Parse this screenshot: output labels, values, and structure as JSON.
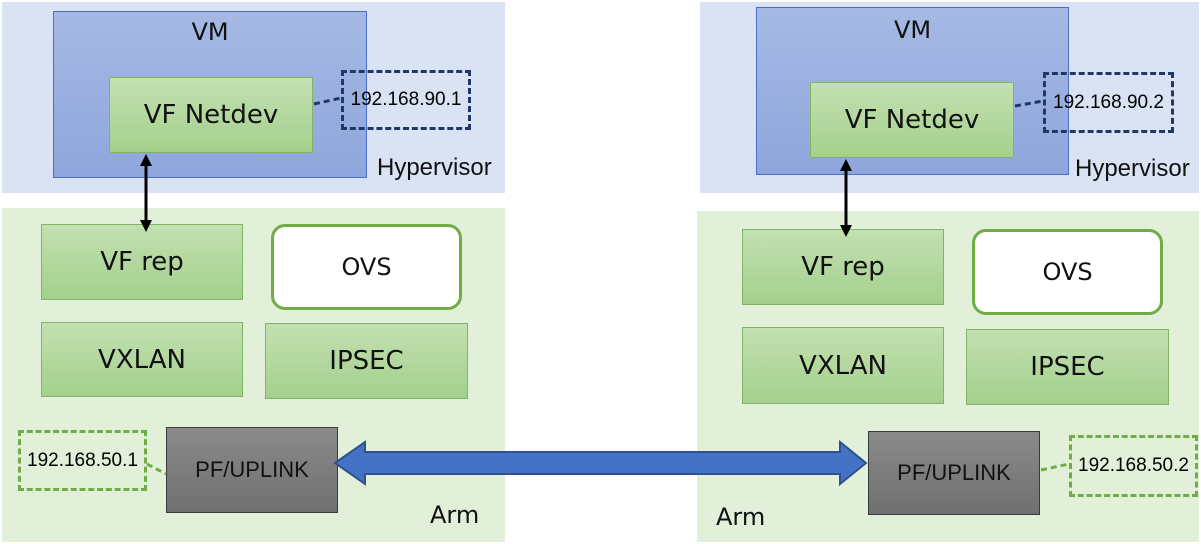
{
  "left": {
    "vm_label": "VM",
    "vf_netdev_label": "VF Netdev",
    "vm_ip": "192.168.90.1",
    "hypervisor_label": "Hypervisor",
    "vf_rep_label": "VF rep",
    "ovs_label": "OVS",
    "vxlan_label": "VXLAN",
    "ipsec_label": "IPSEC",
    "uplink_ip": "192.168.50.1",
    "pf_uplink_label": "PF/UPLINK",
    "arm_label": "Arm"
  },
  "right": {
    "vm_label": "VM",
    "vf_netdev_label": "VF Netdev",
    "vm_ip": "192.168.90.2",
    "hypervisor_label": "Hypervisor",
    "vf_rep_label": "VF rep",
    "ovs_label": "OVS",
    "vxlan_label": "VXLAN",
    "ipsec_label": "IPSEC",
    "uplink_ip": "192.168.50.2",
    "pf_uplink_label": "PF/UPLINK",
    "arm_label": "Arm"
  },
  "colors": {
    "hypervisor_bg": "#dae3f3",
    "arm_bg": "#e2f0d9",
    "vm_fill": "#8ea6dc",
    "green_box": "#a9d18e",
    "pf_box": "#7f7f7f",
    "link_arrow": "#4472c4",
    "dashed_blue": "#1f3864",
    "dashed_green": "#70ad47"
  }
}
